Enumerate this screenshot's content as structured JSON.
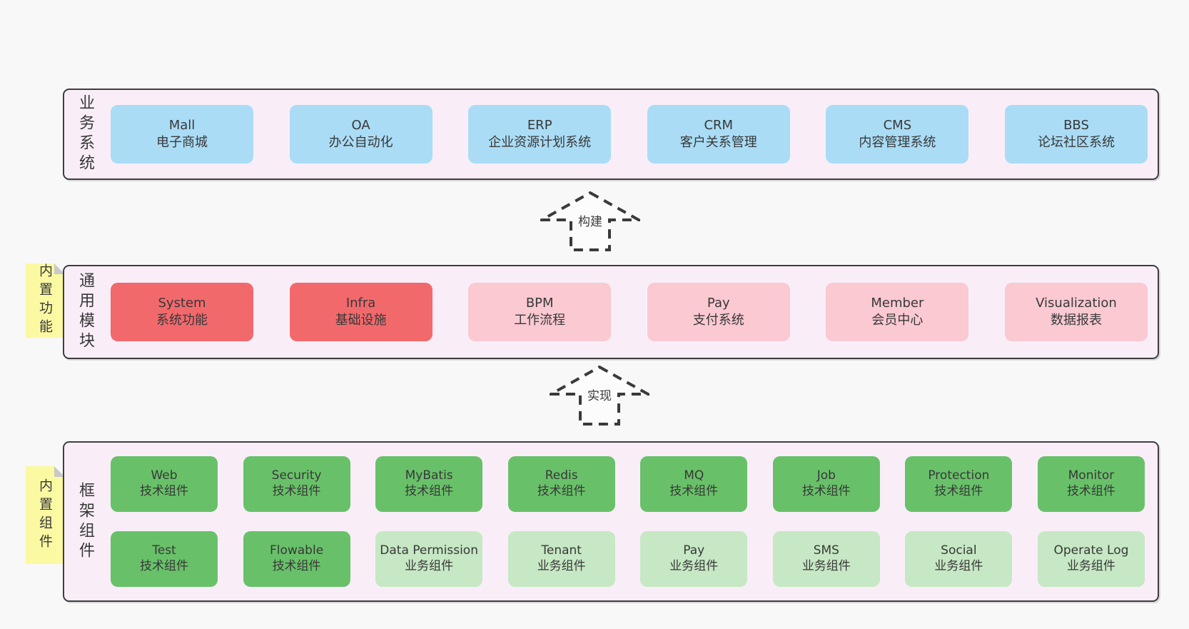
{
  "colors": {
    "page_bg": "#f8f8f8",
    "layer_bg": "#f9eef8",
    "layer_border": "#3e3e3e",
    "text": "#383838",
    "arrow": "#3a3a3a",
    "blue": "#aadcf5",
    "red": "#f2696c",
    "pink": "#fac9d2",
    "green": "#68c169",
    "lightgreen": "#c6e8c4",
    "sticky_yellow": "#fbf9a2",
    "sticky_fold": "#c9c9c9"
  },
  "arrows": [
    {
      "label": "构建"
    },
    {
      "label": "实现"
    }
  ],
  "layers": [
    {
      "id": "business-systems",
      "side_label": "业务系统",
      "sticky": null,
      "rows": [
        [
          {
            "name": "Mall",
            "desc": "电子商城",
            "color": "blue"
          },
          {
            "name": "OA",
            "desc": "办公自动化",
            "color": "blue"
          },
          {
            "name": "ERP",
            "desc": "企业资源计划系统",
            "color": "blue"
          },
          {
            "name": "CRM",
            "desc": "客户关系管理",
            "color": "blue"
          },
          {
            "name": "CMS",
            "desc": "内容管理系统",
            "color": "blue"
          },
          {
            "name": "BBS",
            "desc": "论坛社区系统",
            "color": "blue"
          }
        ]
      ]
    },
    {
      "id": "common-modules",
      "side_label": "通用模块",
      "sticky": "内置功能",
      "rows": [
        [
          {
            "name": "System",
            "desc": "系统功能",
            "color": "red"
          },
          {
            "name": "Infra",
            "desc": "基础设施",
            "color": "red"
          },
          {
            "name": "BPM",
            "desc": "工作流程",
            "color": "pink"
          },
          {
            "name": "Pay",
            "desc": "支付系统",
            "color": "pink"
          },
          {
            "name": "Member",
            "desc": "会员中心",
            "color": "pink"
          },
          {
            "name": "Visualization",
            "desc": "数据报表",
            "color": "pink"
          }
        ]
      ]
    },
    {
      "id": "framework-components",
      "side_label": "框架组件",
      "sticky": "内置组件",
      "rows": [
        [
          {
            "name": "Web",
            "desc": "技术组件",
            "color": "green"
          },
          {
            "name": "Security",
            "desc": "技术组件",
            "color": "green"
          },
          {
            "name": "MyBatis",
            "desc": "技术组件",
            "color": "green"
          },
          {
            "name": "Redis",
            "desc": "技术组件",
            "color": "green"
          },
          {
            "name": "MQ",
            "desc": "技术组件",
            "color": "green"
          },
          {
            "name": "Job",
            "desc": "技术组件",
            "color": "green"
          },
          {
            "name": "Protection",
            "desc": "技术组件",
            "color": "green"
          },
          {
            "name": "Monitor",
            "desc": "技术组件",
            "color": "green"
          }
        ],
        [
          {
            "name": "Test",
            "desc": "技术组件",
            "color": "green"
          },
          {
            "name": "Flowable",
            "desc": "技术组件",
            "color": "green"
          },
          {
            "name": "Data Permission",
            "desc": "业务组件",
            "color": "lightgreen"
          },
          {
            "name": "Tenant",
            "desc": "业务组件",
            "color": "lightgreen"
          },
          {
            "name": "Pay",
            "desc": "业务组件",
            "color": "lightgreen"
          },
          {
            "name": "SMS",
            "desc": "业务组件",
            "color": "lightgreen"
          },
          {
            "name": "Social",
            "desc": "业务组件",
            "color": "lightgreen"
          },
          {
            "name": "Operate Log",
            "desc": "业务组件",
            "color": "lightgreen"
          }
        ]
      ]
    }
  ]
}
